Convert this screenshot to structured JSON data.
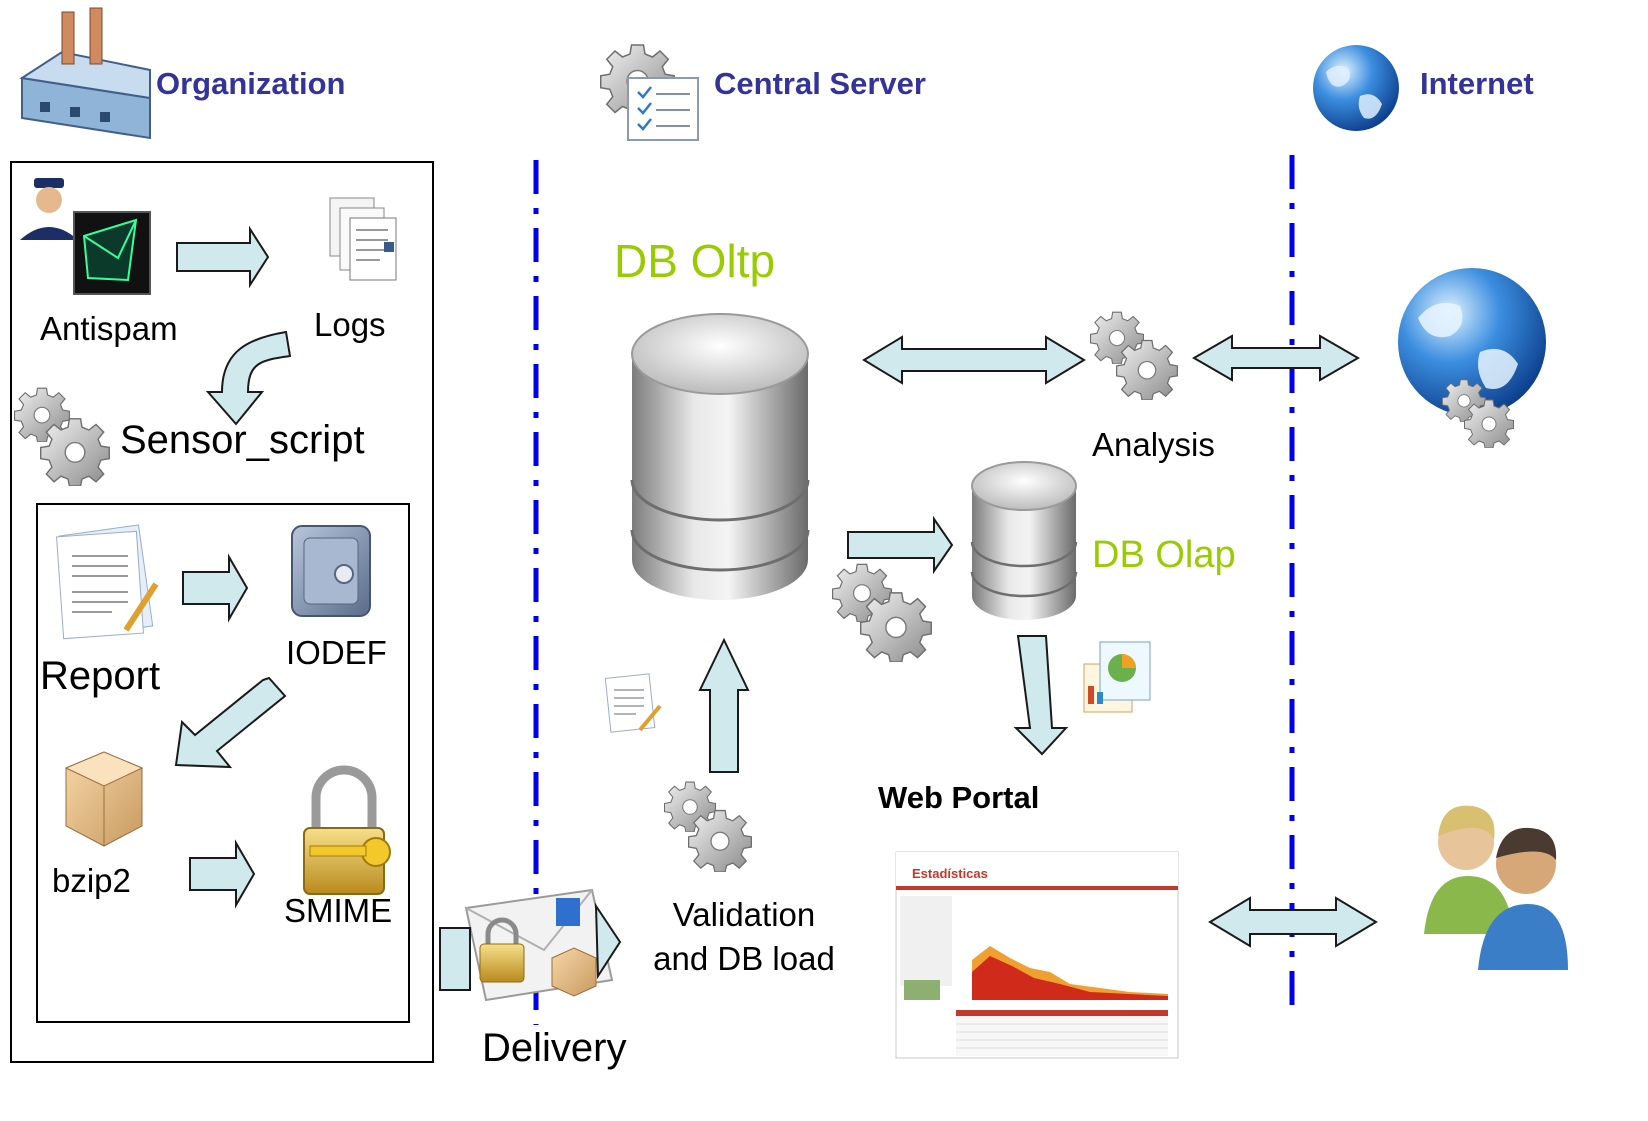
{
  "headers": {
    "organization": "Organization",
    "central_server": "Central Server",
    "internet": "Internet"
  },
  "labels": {
    "antispam": "Antispam",
    "logs": "Logs",
    "sensor_script": "Sensor_script",
    "report": "Report",
    "iodef": "IODEF",
    "bzip2": "bzip2",
    "smime": "SMIME",
    "delivery": "Delivery",
    "validation_line1": "Validation",
    "validation_line2": "and DB load",
    "db_oltp": "DB Oltp",
    "db_olap": "DB Olap",
    "analysis": "Analysis",
    "web_portal": "Web Portal"
  },
  "portal_thumbnail": {
    "title": "Estadísticas"
  },
  "colors": {
    "header_text": "#333399",
    "db_label": "#99cc00",
    "arrow_fill": "#cfe9ec",
    "arrow_stroke": "#1a1a1a",
    "divider": "#0000ee"
  },
  "icons": [
    "factory-icon",
    "gears-checklist-icon",
    "globe-icon",
    "security-guard-icon",
    "envelope-monitor-icon",
    "documents-icon",
    "gears-icon",
    "report-document-icon",
    "safe-icon",
    "package-icon",
    "padlock-key-icon",
    "mail-envelope-icon",
    "database-icon",
    "chart-documents-icon",
    "users-icon",
    "web-portal-screenshot"
  ]
}
